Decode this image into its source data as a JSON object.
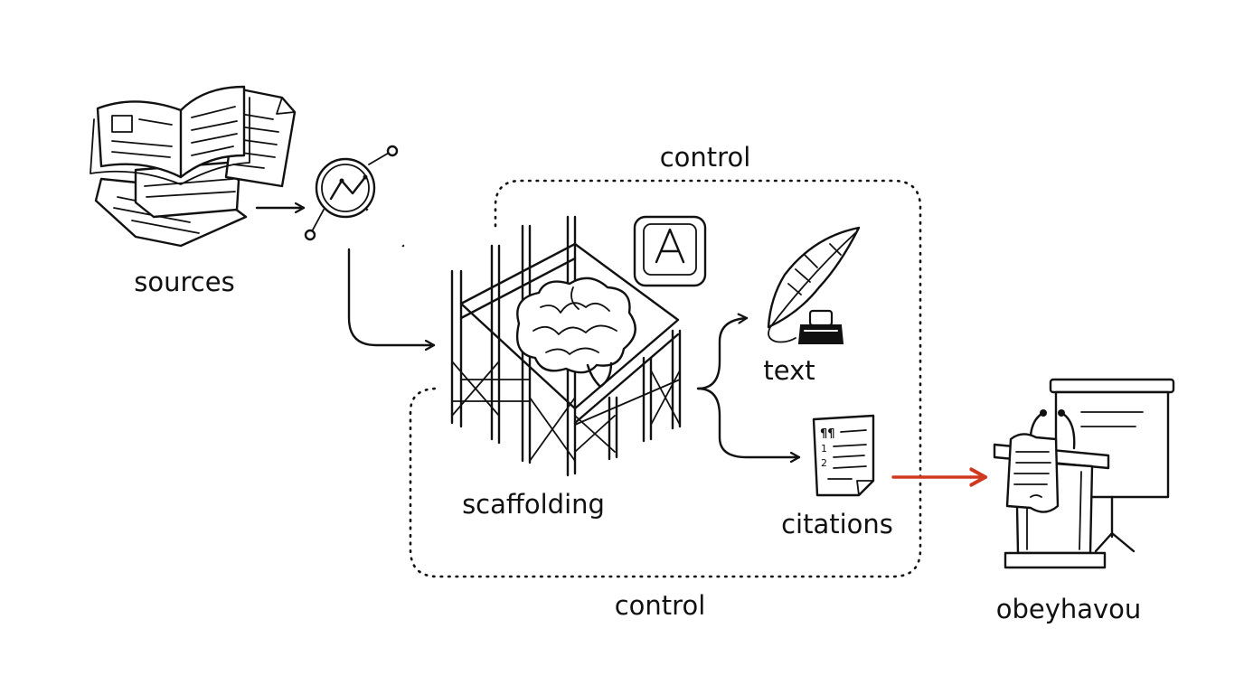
{
  "labels": {
    "sources": "sources",
    "control_top": "control",
    "scaffolding": "scaffolding",
    "text": "text",
    "citations": "citations",
    "control_bottom": "control",
    "output": "obeyhavou"
  },
  "colors": {
    "ink": "#111111",
    "accent_arrow": "#d0391f",
    "background": "#ffffff"
  },
  "icons": {
    "sources": "books-and-papers-icon",
    "analysis": "magnifier-chart-icon",
    "scaffolding": "scaffold-brain-icon",
    "key": "letter-a-key-icon",
    "writing": "quill-inkwell-icon",
    "citations": "numbered-document-icon",
    "output": "podium-presentation-icon"
  }
}
